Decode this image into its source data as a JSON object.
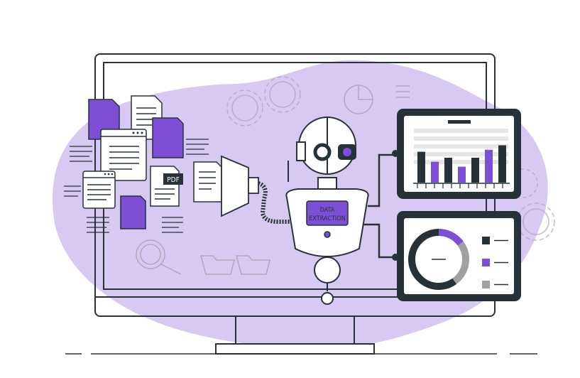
{
  "colors": {
    "dark": "#263238",
    "purple": "#7c4fd6",
    "lavender": "#d7c9f1",
    "grey": "#a0a0a0",
    "light_grey": "#e6e6e6",
    "white": "#ffffff"
  },
  "labels": {
    "pdf": "PDF",
    "robot_line1": "DATA",
    "robot_line2": "EXTRACTION"
  },
  "bar_chart": {
    "values": [
      0.62,
      0.42,
      0.5,
      0.32,
      0.5,
      0.66,
      0.75
    ],
    "colors": [
      "dark",
      "purple",
      "dark",
      "purple",
      "dark",
      "purple",
      "dark"
    ]
  },
  "donut_chart": {
    "segments": [
      {
        "share": 0.15,
        "color": "purple"
      },
      {
        "share": 0.25,
        "color": "grey"
      },
      {
        "share": 0.6,
        "color": "dark"
      }
    ],
    "legend_colors": [
      "dark",
      "purple",
      "grey"
    ]
  },
  "icons": [
    "document-icon",
    "pdf-icon",
    "funnel-icon",
    "robot-icon",
    "gear-icon",
    "magnifier-icon",
    "folder-icon",
    "pie-icon"
  ]
}
